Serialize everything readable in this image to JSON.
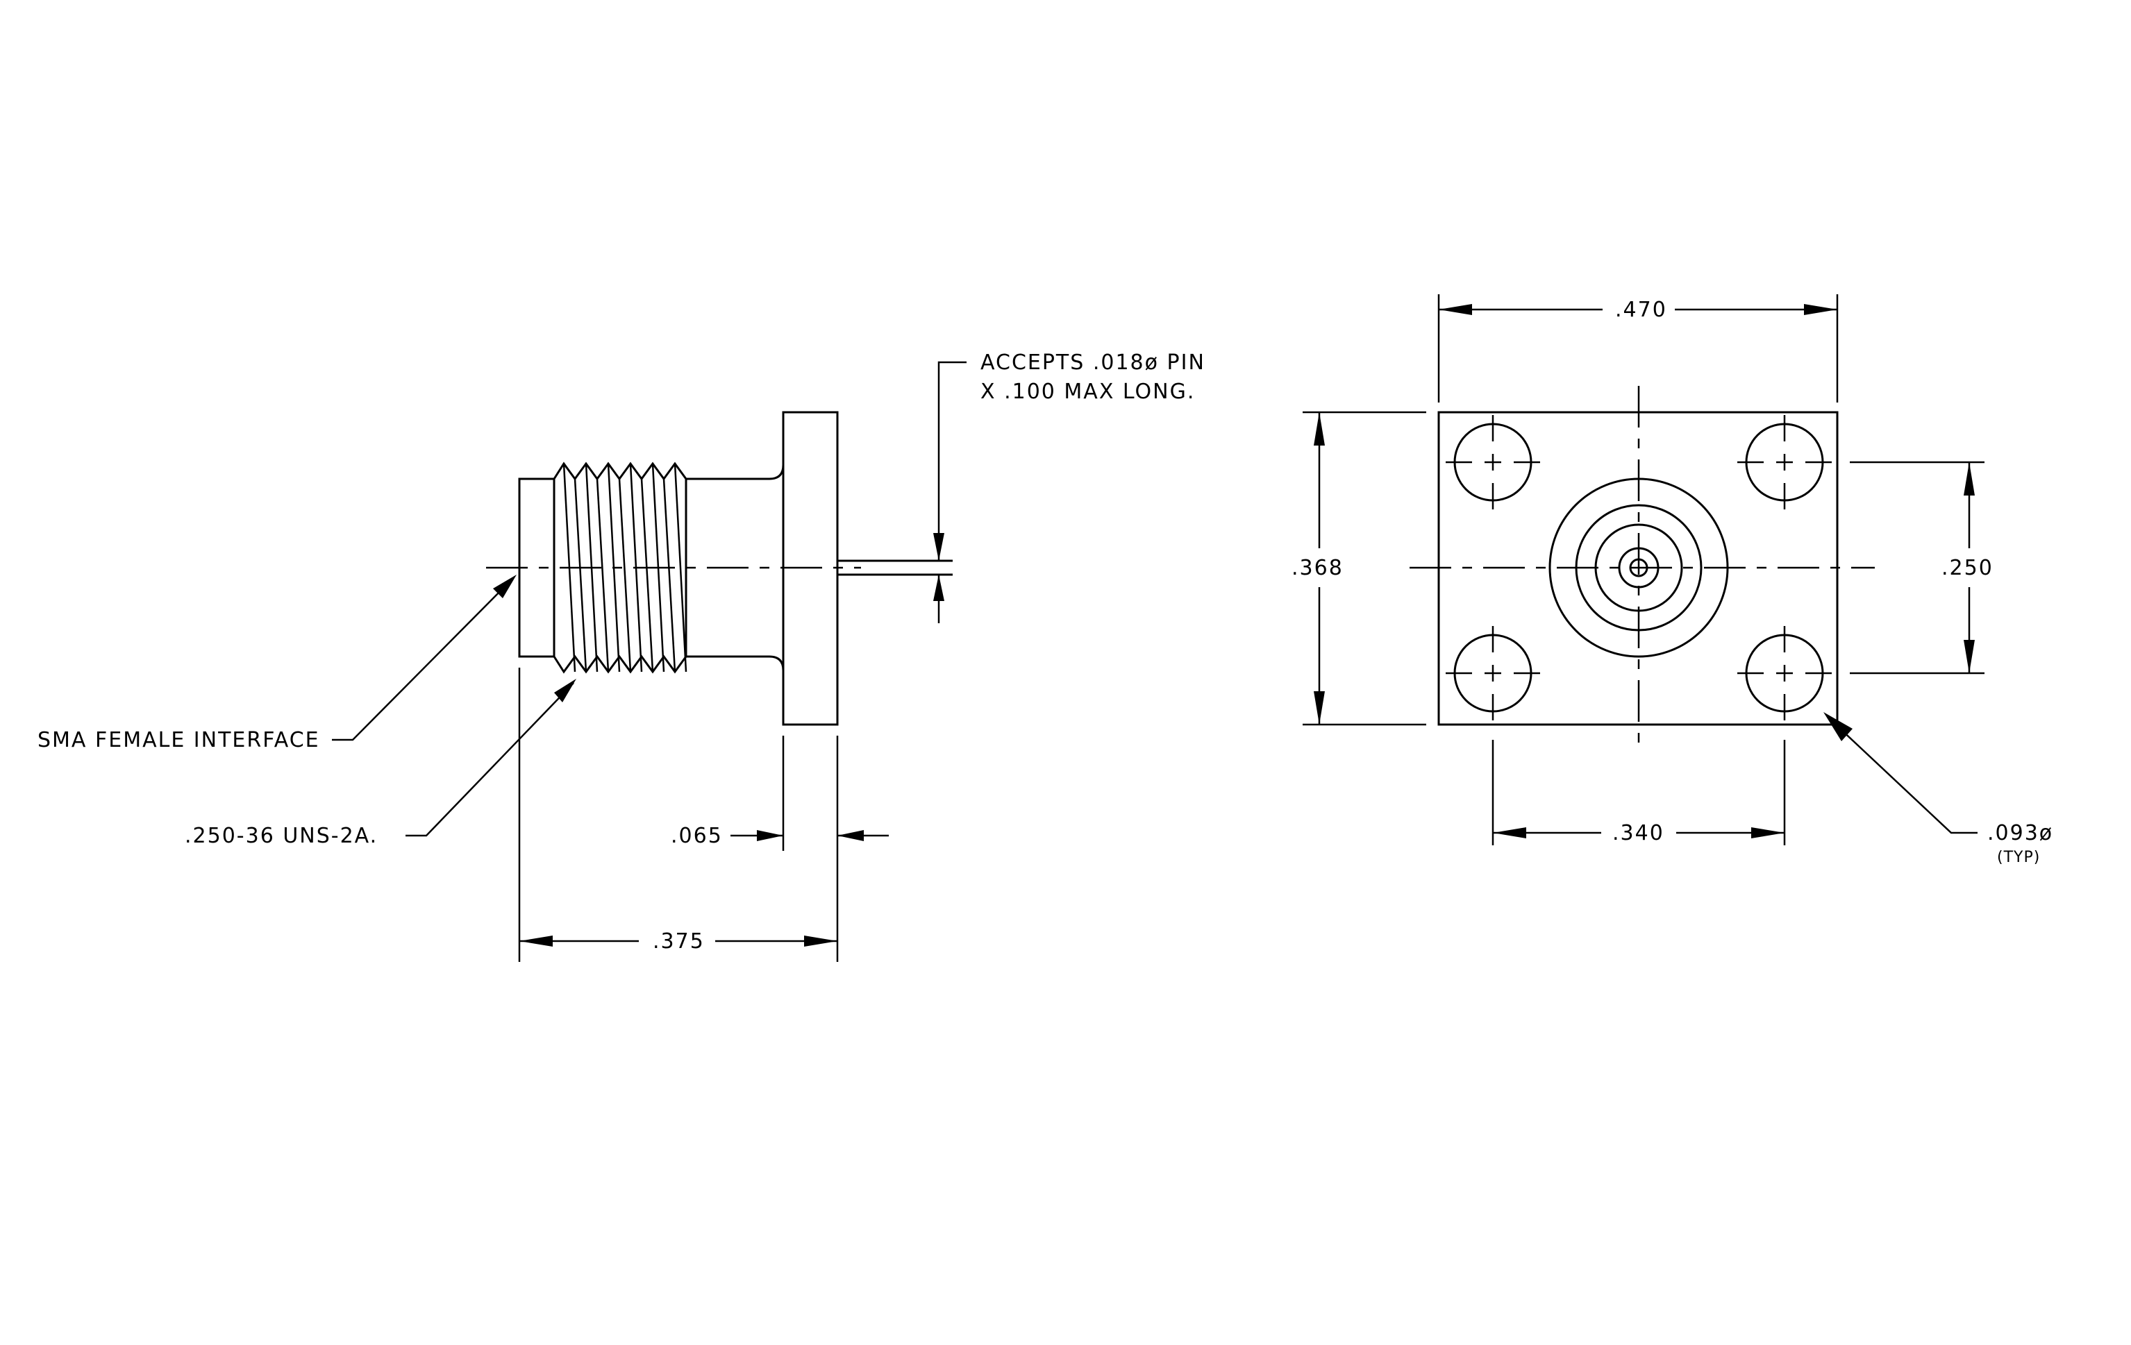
{
  "side_view": {
    "callout_pin_line1": "ACCEPTS .018ø PIN",
    "callout_pin_line2": "X .100 MAX LONG.",
    "callout_interface": "SMA FEMALE INTERFACE",
    "callout_thread": ".250-36 UNS-2A.",
    "dim_flange_thickness": ".065",
    "dim_overall_length": ".375"
  },
  "front_view": {
    "dim_width": ".470",
    "dim_height": ".368",
    "dim_hole_vertical_spacing": ".250",
    "dim_hole_horizontal_spacing": ".340",
    "callout_hole_dia": ".093ø",
    "callout_hole_typ": "(TYP)"
  }
}
